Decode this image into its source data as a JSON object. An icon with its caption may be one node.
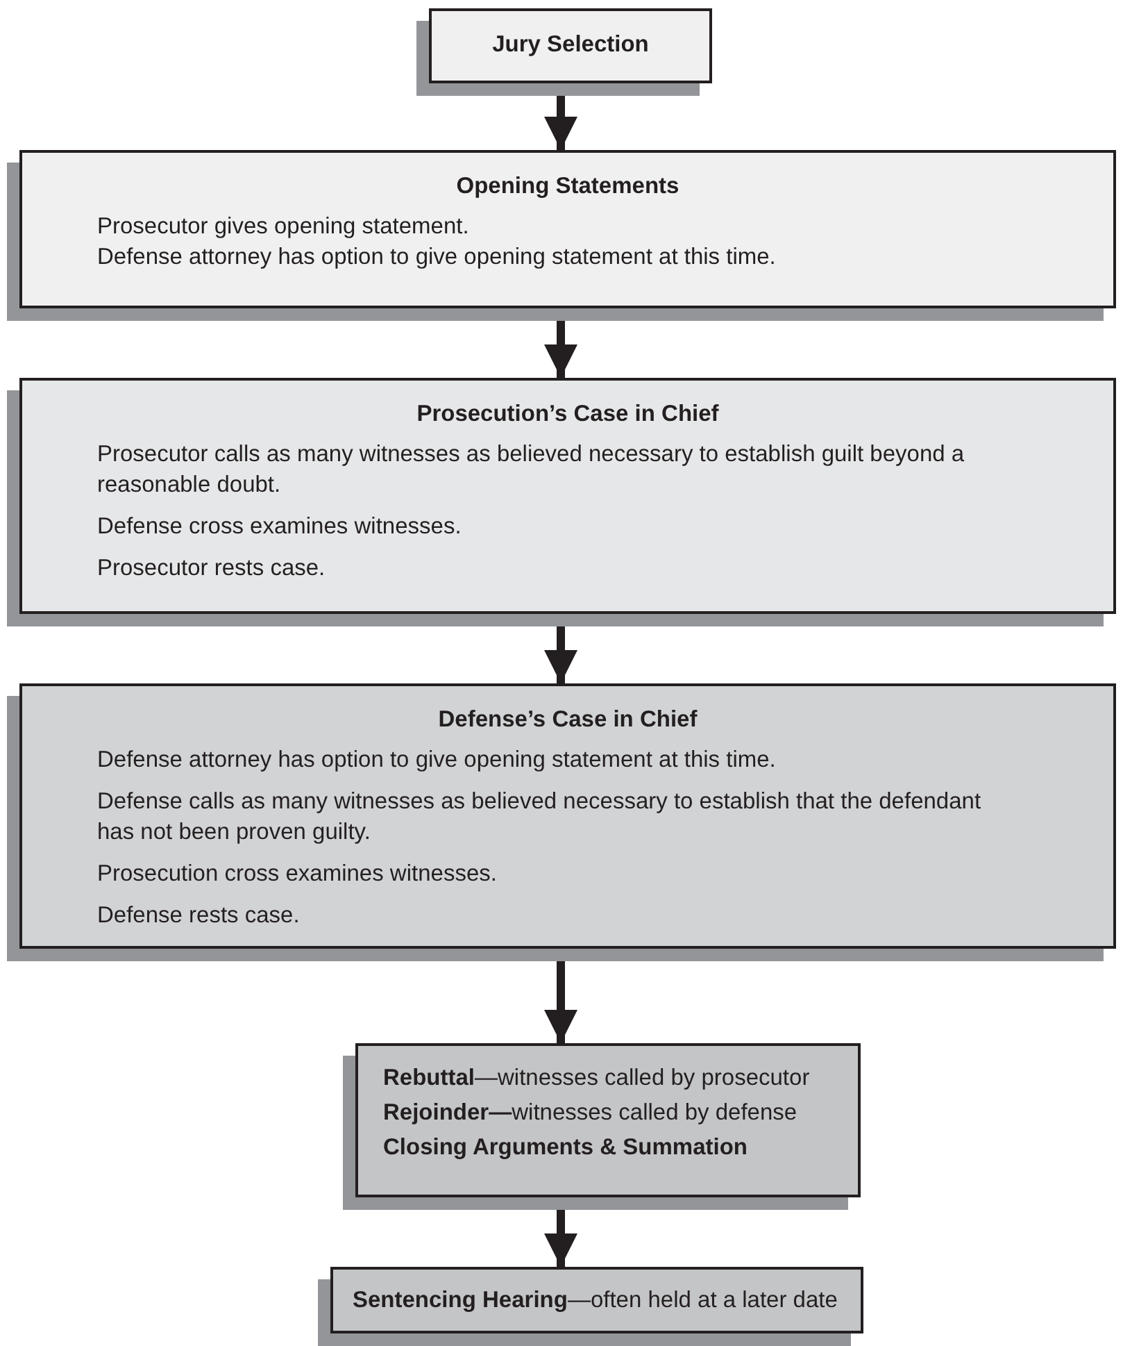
{
  "diagram": {
    "nodes": [
      {
        "text": [
          "Jury Selection"
        ]
      },
      {
        "text": [
          "Opening Statements",
          "Prosecutor gives opening statement.",
          "Defense attorney has option to give opening statement at this time."
        ]
      },
      {
        "text": [
          "Prosecution’s Case in Chief",
          "Prosecutor calls as many witnesses as believed necessary to establish guilt beyond a reasonable doubt.",
          "Defense cross examines witnesses.",
          "Prosecutor rests case."
        ]
      },
      {
        "text": [
          "Defense’s Case in Chief",
          "Defense attorney has option to give opening statement at this time.",
          "Defense calls as many witnesses as believed necessary to establish that the defendant has not been proven guilty.",
          "Prosecution cross examines witnesses.",
          "Defense rests case."
        ]
      },
      {
        "text": [
          "**Rebuttal**—witnesses called by prosecutor",
          "**Rejoinder—**witnesses called by defense",
          "**Closing Arguments & Summation**"
        ]
      },
      {
        "text": [
          "**Sentencing Hearing**—often held at a later date"
        ]
      }
    ],
    "edges": [
      {
        "from": 0,
        "to": 1,
        "arrow": "to"
      },
      {
        "from": 1,
        "to": 2,
        "arrow": "to"
      },
      {
        "from": 2,
        "to": 3,
        "arrow": "to"
      },
      {
        "from": 3,
        "to": 4,
        "arrow": "to"
      },
      {
        "from": 4,
        "to": 5,
        "arrow": "to"
      }
    ]
  }
}
